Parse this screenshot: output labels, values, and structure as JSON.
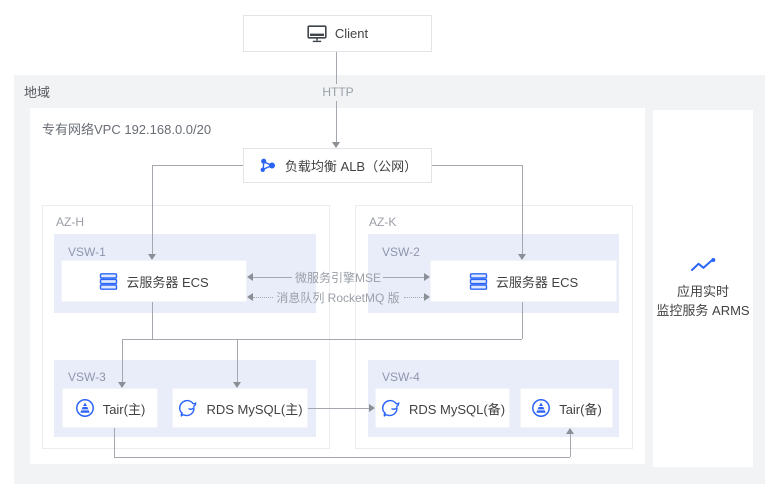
{
  "nodes": {
    "client": "Client",
    "alb": "负载均衡 ALB（公网）",
    "ecs_az_h": "云服务器 ECS",
    "ecs_az_k": "云服务器 ECS",
    "tair_primary": "Tair(主)",
    "rds_primary": "RDS MySQL(主)",
    "rds_secondary": "RDS MySQL(备)",
    "tair_secondary": "Tair(备)",
    "arms_line1": "应用实时",
    "arms_line2": "监控服务 ARMS"
  },
  "containers": {
    "region": "地域",
    "vpc": "专有网络VPC 192.168.0.0/20",
    "az_left": "AZ-H",
    "az_right": "AZ-K",
    "vsw1": "VSW-1",
    "vsw2": "VSW-2",
    "vsw3": "VSW-3",
    "vsw4": "VSW-4"
  },
  "connections": {
    "http": "HTTP",
    "mse": "微服务引擎MSE",
    "rocketmq": "消息队列 RocketMQ 版"
  },
  "icons": {
    "client": "monitor-icon",
    "alb": "load-balancer-icon",
    "ecs": "server-stack-icon",
    "tair": "tair-cache-icon",
    "rds": "mysql-dolphin-icon",
    "arms": "line-chart-icon"
  },
  "colors": {
    "accent_blue": "#2b65f8",
    "line_gray": "#a4a7ad",
    "region_bg": "#f2f3f5",
    "vsw_bg": "#e9edfa",
    "node_text": "#424242",
    "muted_text": "#9aa0a8"
  }
}
